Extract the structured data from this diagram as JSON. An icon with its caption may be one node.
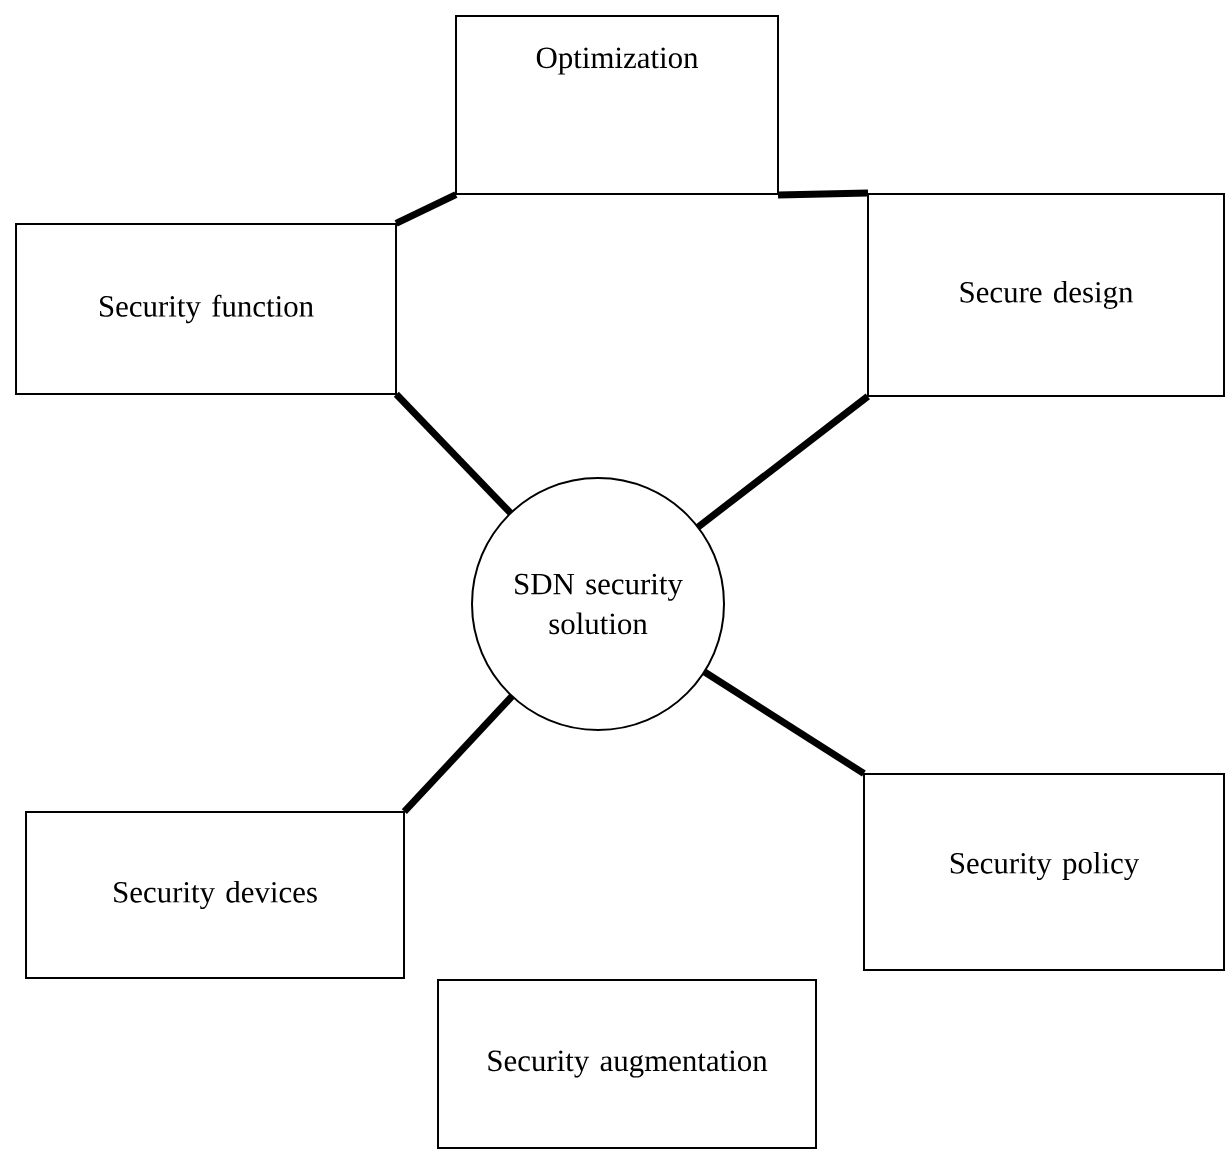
{
  "diagram": {
    "nodes": [
      {
        "text": [
          "Optimization"
        ]
      },
      {
        "text": [
          "Security function"
        ]
      },
      {
        "text": [
          "Secure design"
        ]
      },
      {
        "text": [
          "SDN security solution"
        ]
      },
      {
        "text": [
          "Security devices"
        ]
      },
      {
        "text": [
          "Security policy"
        ]
      },
      {
        "text": [
          "Security augmentation"
        ]
      }
    ],
    "edges": [
      {
        "from": 0,
        "to": 1,
        "arrow": "none"
      },
      {
        "from": 0,
        "to": 2,
        "arrow": "none"
      },
      {
        "from": 1,
        "to": 3,
        "arrow": "none"
      },
      {
        "from": 2,
        "to": 3,
        "arrow": "none"
      },
      {
        "from": 3,
        "to": 4,
        "arrow": "none"
      },
      {
        "from": 3,
        "to": 5,
        "arrow": "none"
      }
    ]
  }
}
